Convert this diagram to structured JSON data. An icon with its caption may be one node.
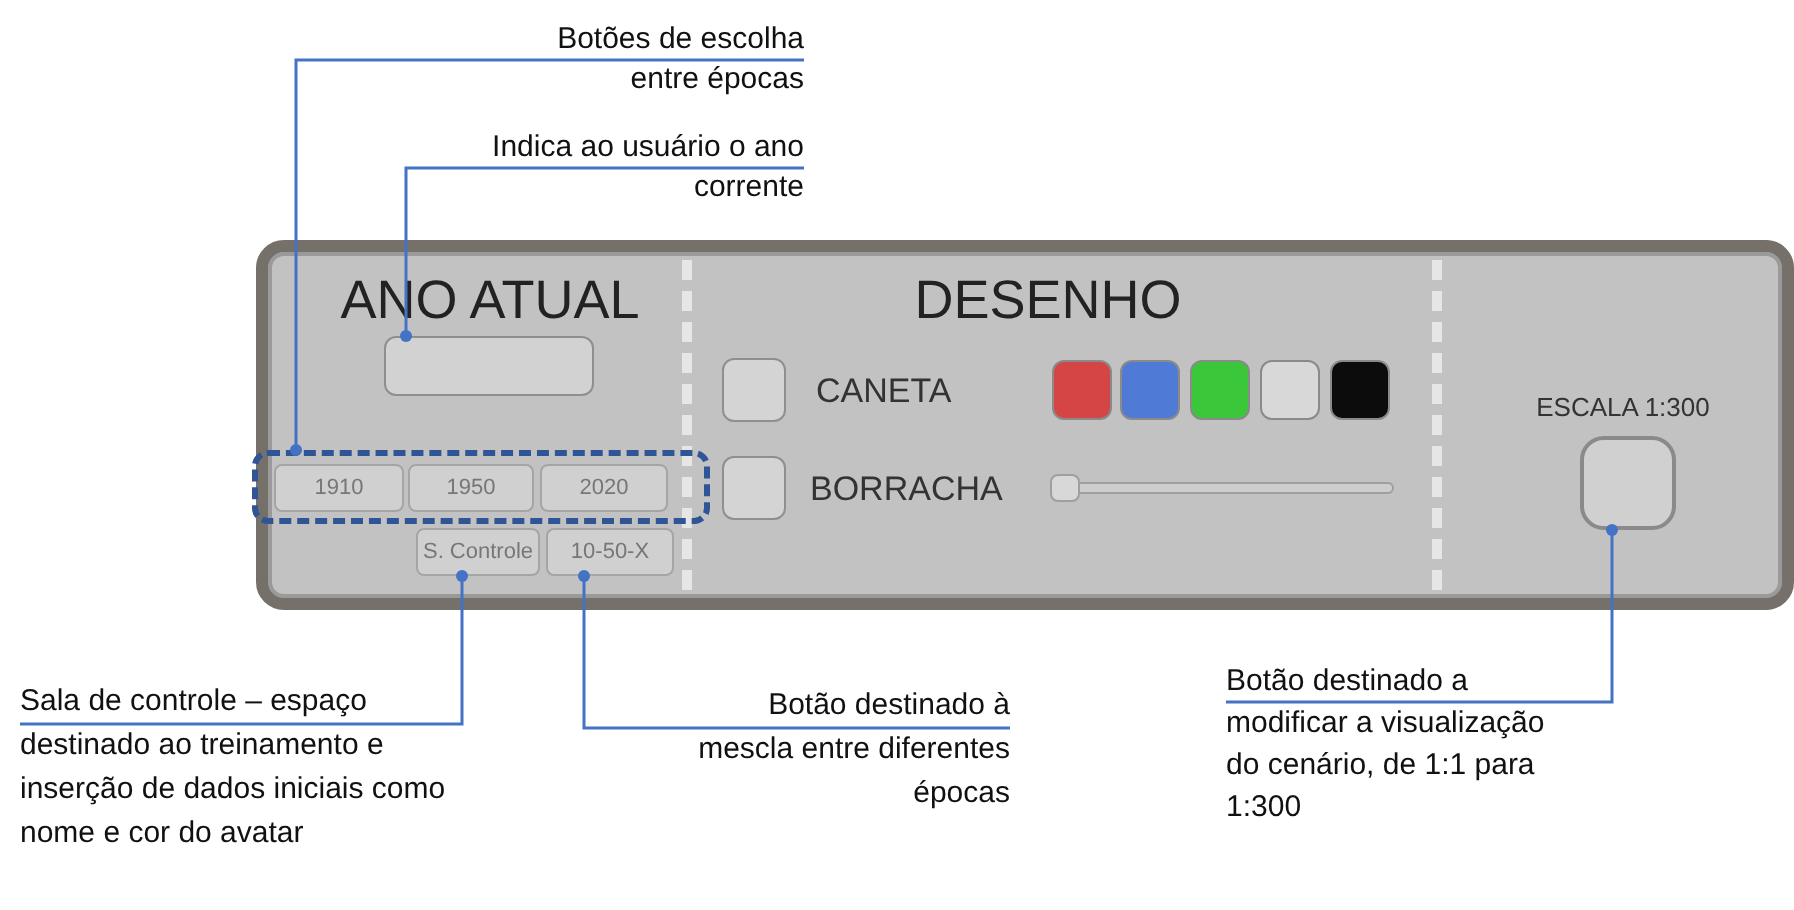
{
  "diagram": {
    "nodes": [
      {
        "text": [],
        "shape": "box"
      },
      {
        "text": [],
        "shape": "box",
        "in": 0
      },
      {
        "text": [],
        "shape": "box",
        "in": 0
      },
      {
        "text": [
          "1910"
        ],
        "in": 2
      },
      {
        "text": [
          "1950"
        ],
        "in": 2
      },
      {
        "text": [
          "2020"
        ],
        "in": 2
      },
      {
        "text": [
          "S. Controle"
        ],
        "in": 0
      },
      {
        "text": [
          "10-50-X"
        ],
        "in": 0
      },
      {
        "text": [],
        "shape": "box",
        "in": 0
      },
      {
        "text": [],
        "shape": "box",
        "in": 0
      },
      {
        "text": [],
        "shape": "box",
        "in": 0
      },
      {
        "text": [],
        "shape": "box",
        "in": 0
      },
      {
        "text": [],
        "shape": "box",
        "in": 0
      },
      {
        "text": [],
        "shape": "box",
        "in": 0
      },
      {
        "text": [],
        "shape": "box",
        "in": 0
      },
      {
        "text": [],
        "shape": "box",
        "in": 0
      },
      {
        "text": [
          "Botões de escolha entre épocas"
        ]
      },
      {
        "text": [
          "Indica ao usuário o ano corrente"
        ]
      },
      {
        "text": [
          "Sala de controle – espaço destinado ao treinamento e inserção de dados iniciais como nome e cor do avatar"
        ]
      },
      {
        "text": [
          "Botão destinado à mescla entre diferentes épocas"
        ]
      },
      {
        "text": [
          "Botão destinado a modificar a visualização do cenário, de 1:1 para 1:300"
        ]
      }
    ],
    "edges": [
      {
        "from": 16,
        "to": 2,
        "arrow": "other"
      },
      {
        "from": 17,
        "to": 1,
        "arrow": "other"
      },
      {
        "from": 18,
        "to": 6,
        "arrow": "other"
      },
      {
        "from": 19,
        "to": 7,
        "arrow": "other"
      },
      {
        "from": 20,
        "to": 15,
        "arrow": "other"
      }
    ],
    "labels": [
      "ANO ATUAL",
      "DESENHO",
      "CANETA",
      "BORRACHA",
      "ESCALA 1:300"
    ]
  }
}
